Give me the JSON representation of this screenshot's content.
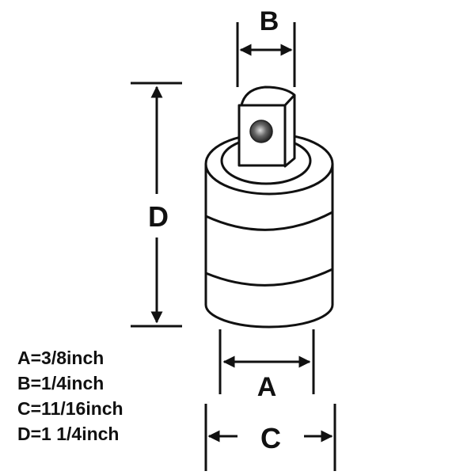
{
  "labels": {
    "a": "A",
    "b": "B",
    "c": "C",
    "d": "D"
  },
  "specs": [
    "A=3/8inch",
    "B=1/4inch",
    "C=11/16inch",
    "D=1 1/4inch"
  ],
  "colors": {
    "line": "#111111",
    "background": "#ffffff"
  }
}
